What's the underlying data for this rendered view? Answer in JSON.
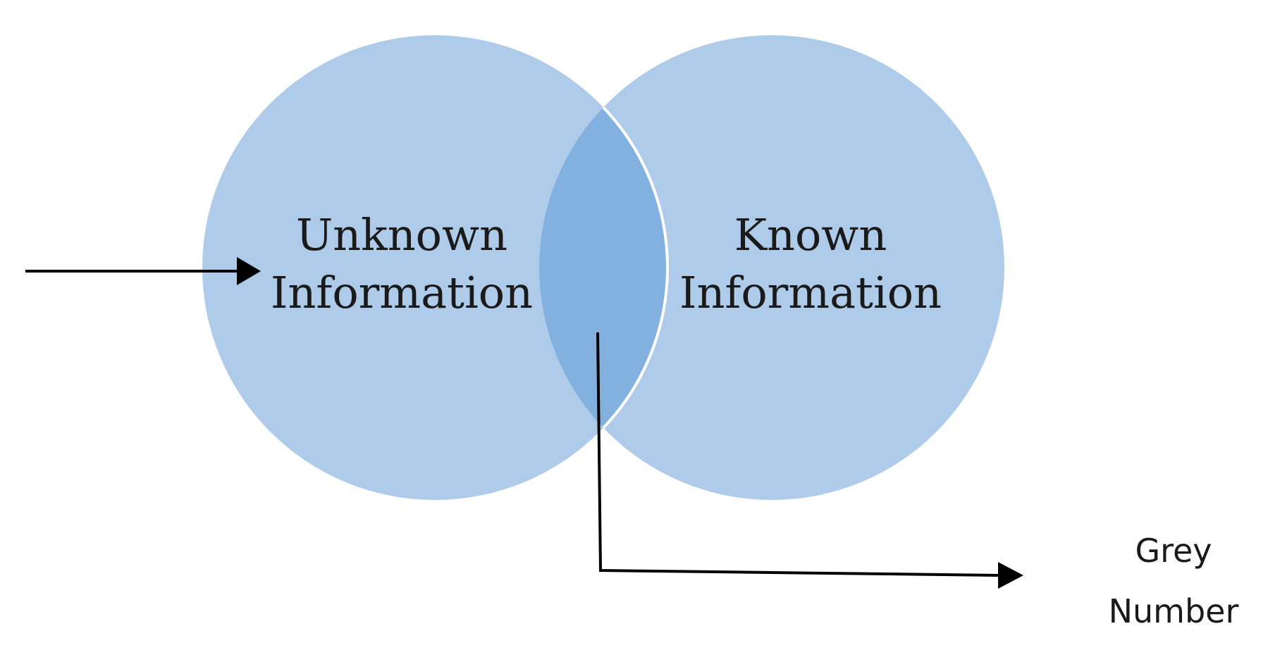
{
  "colors": {
    "circle_fill": "#aecbea",
    "overlap_fill": "#82b1df",
    "overlap_border": "#ffffff",
    "arrow": "#000000"
  },
  "venn": {
    "left": {
      "line1": "Unknown",
      "line2": "Information"
    },
    "right": {
      "line1": "Known",
      "line2": "Information"
    }
  },
  "output": {
    "line1": "Grey",
    "line2": "Number"
  }
}
